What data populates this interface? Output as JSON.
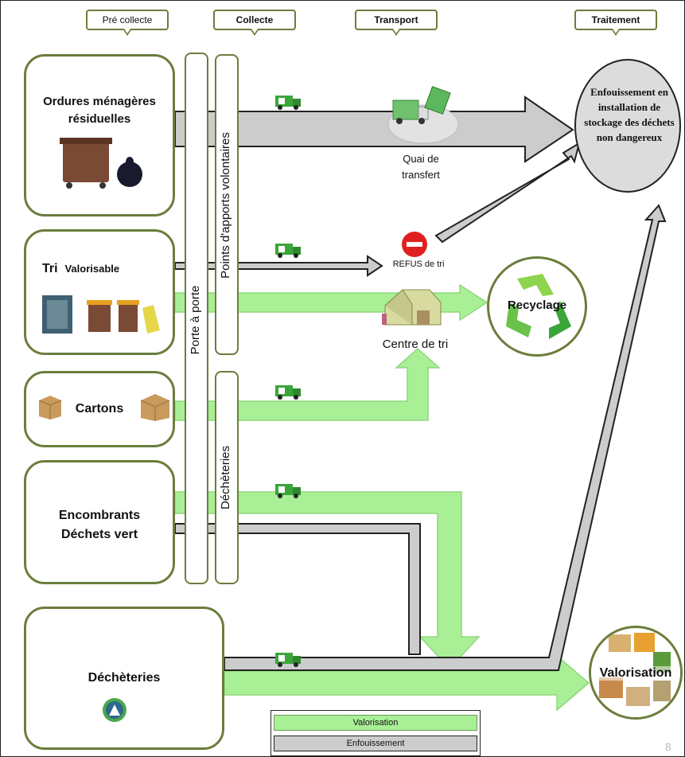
{
  "headers": {
    "pre_collecte": "Pré collecte",
    "collecte": "Collecte",
    "transport": "Transport",
    "traitement": "Traitement"
  },
  "sources": {
    "omr": "Ordures ménagères résiduelles",
    "tri_a": "Tri",
    "tri_b": "Valorisable",
    "cartons": "Cartons",
    "encombrants_1": "Encombrants",
    "encombrants_2": "Déchets vert",
    "decheteries": "Déchèteries"
  },
  "collection_modes": {
    "porte_a_porte": "Porte à porte",
    "pav": "Points d'apports volontaires",
    "decheteries": "Déchèteries"
  },
  "transport": {
    "quai_1": "Quai de",
    "quai_2": "transfert",
    "refus": "REFUS de tri",
    "centre": "Centre de tri"
  },
  "treatment": {
    "enfouissement": "Enfouissement en installation de stockage des déchets non dangereux",
    "recyclage": "Recyclage",
    "valorisation": "Valorisation"
  },
  "legend": {
    "valorisation": "Valorisation",
    "enfouissement": "Enfouissement"
  },
  "colors": {
    "green_flow": "#a8ef96",
    "grey_flow": "#cccccc",
    "box_border": "#6b7d3c",
    "truck": "#3aa63a"
  },
  "page_number": "8"
}
